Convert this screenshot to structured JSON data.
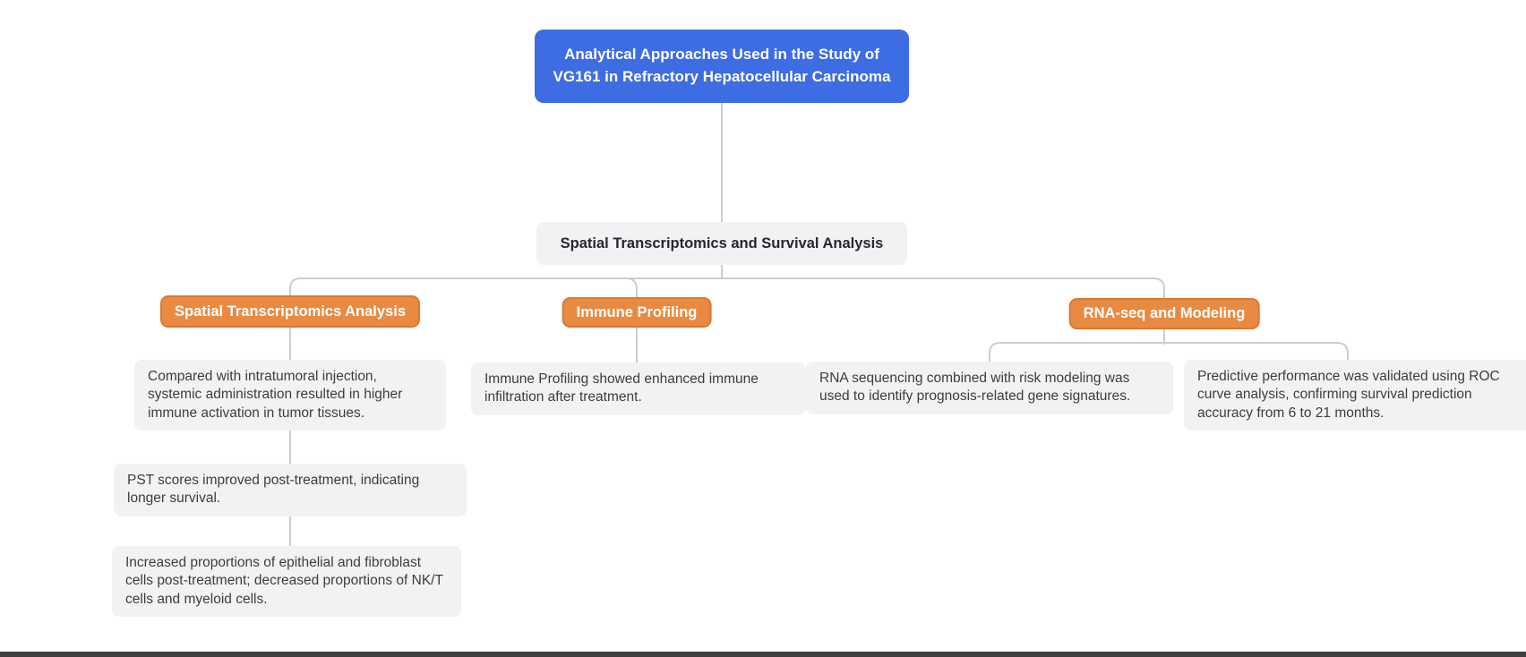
{
  "colors": {
    "page-bg": "#ffffff",
    "root-bg": "#3e6ce2",
    "branch-bg": "#e88a42",
    "branch-border": "#d97a31",
    "leaf-bg": "#f1f2f4",
    "leaf-text": "#3d3d3d",
    "connector": "#cbcdd0",
    "bottom-bar": "#3e3e3e"
  },
  "mindmap": {
    "root": {
      "label": "Analytical Approaches Used in the Study of VG161 in Refractory Hepatocellular Carcinoma"
    },
    "level1": {
      "label": "Spatial Transcriptomics and Survival Analysis"
    },
    "branches": [
      {
        "label": "Spatial Transcriptomics Analysis",
        "children": [
          "Compared with intratumoral injection, systemic administration resulted in higher immune activation in tumor tissues.",
          "PST scores improved post-treatment, indicating longer survival.",
          "Increased proportions of epithelial and fibroblast cells post-treatment; decreased proportions of NK/T cells and myeloid cells."
        ]
      },
      {
        "label": "Immune Profiling",
        "children": [
          "Immune Profiling showed enhanced immune infiltration after treatment."
        ]
      },
      {
        "label": "RNA-seq and Modeling",
        "children": [
          "RNA sequencing combined with risk modeling was used to identify prognosis-related gene signatures.",
          "Predictive performance was validated using ROC curve analysis, confirming survival prediction accuracy from 6 to 21 months."
        ]
      }
    ]
  }
}
